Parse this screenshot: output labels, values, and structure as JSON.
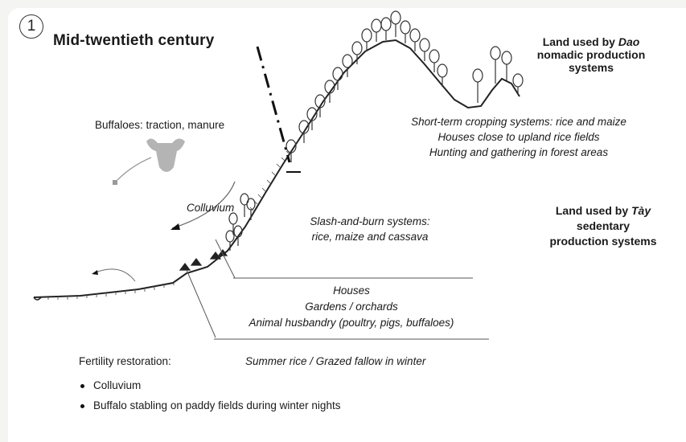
{
  "badge": "1",
  "title": "Mid-twentieth century",
  "dao": {
    "line1_prefix": "Land used by ",
    "line1_name": "Dao",
    "line2": "nomadic production",
    "line3": "systems"
  },
  "tay": {
    "line1_prefix": "Land used by ",
    "line1_name": "Tày",
    "line2": "sedentary",
    "line3": "production systems"
  },
  "upland": {
    "line1": "Short-term cropping systems: rice and maize",
    "line2": "Houses close to upland rice fields",
    "line3": "Hunting and gathering in forest areas"
  },
  "buffaloes": "Buffaloes: traction, manure",
  "colluvium_label": "Colluvium",
  "slash": {
    "line1": "Slash-and-burn systems:",
    "line2": "rice, maize and cassava"
  },
  "village": {
    "line1": "Houses",
    "line2": "Gardens / orchards",
    "line3": "Animal husbandry (poultry,  pigs, buffaloes)"
  },
  "fertility_label": "Fertility restoration:",
  "summer_rice": "Summer rice / Grazed fallow in winter",
  "bullets": [
    "Colluvium",
    "Buffalo stabling on paddy fields during winter nights"
  ]
}
